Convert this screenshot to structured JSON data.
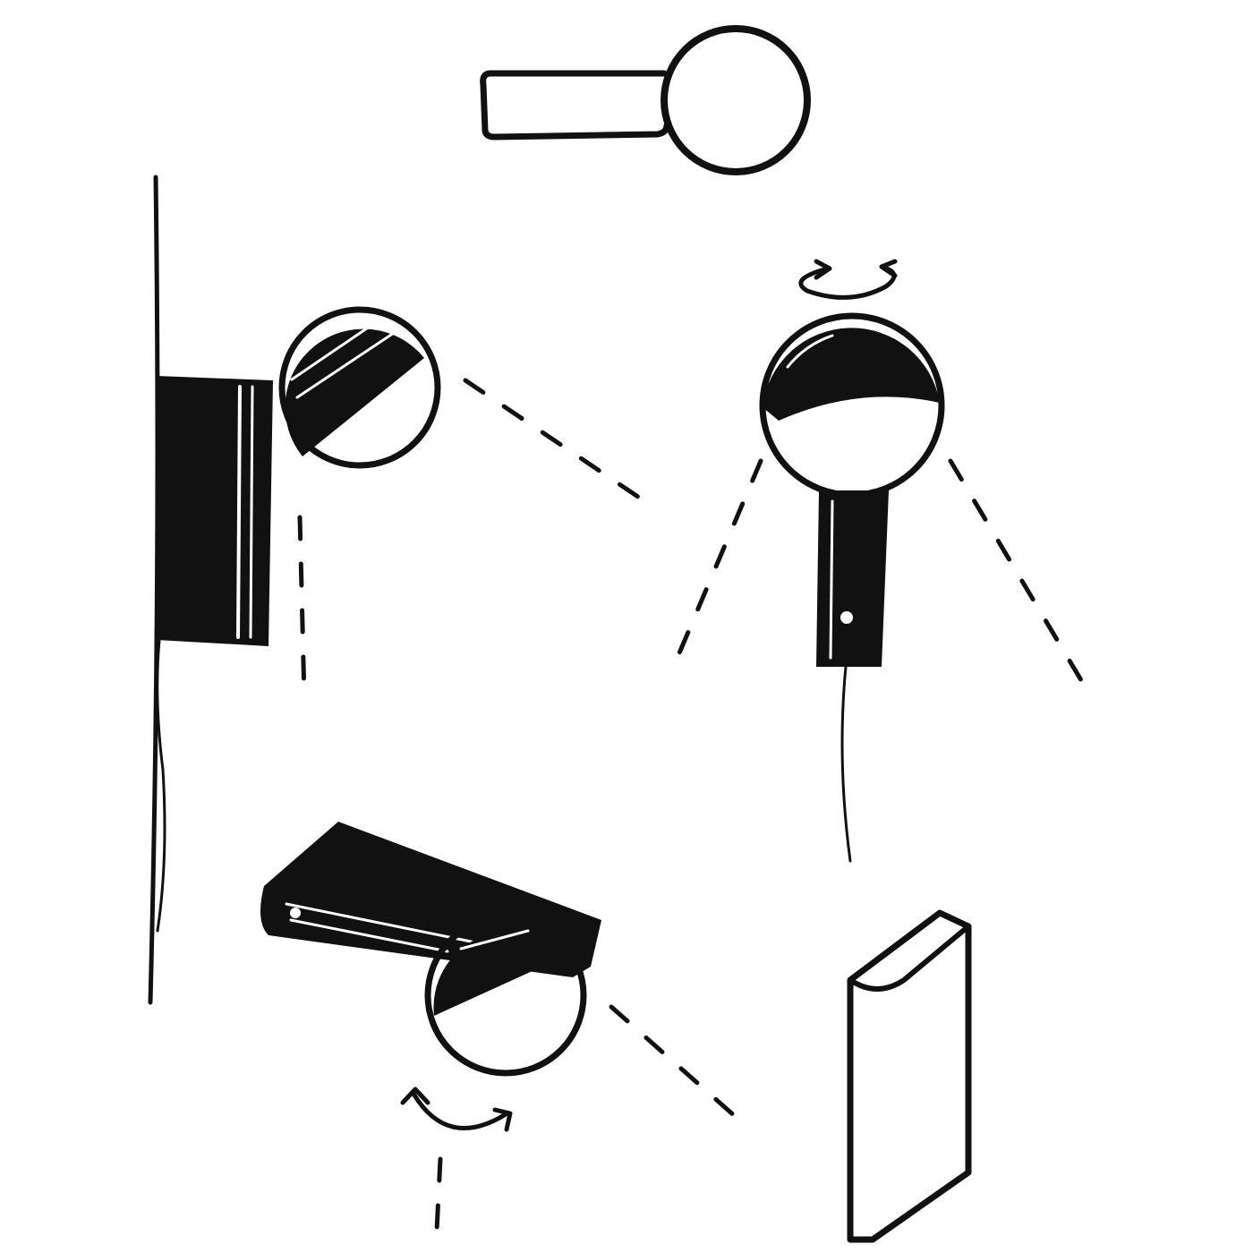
{
  "colors": {
    "ink": "#111111",
    "paper": "#ffffff"
  },
  "views": [
    {
      "id": "top-view",
      "name": "lamp-top-view"
    },
    {
      "id": "wall-mount",
      "name": "lamp-wall-mounted-side-view"
    },
    {
      "id": "front-view",
      "name": "lamp-front-view-rotating"
    },
    {
      "id": "table-lying",
      "name": "lamp-lying-on-table"
    },
    {
      "id": "book",
      "name": "book-object"
    }
  ],
  "icons": [
    "rotate-horizontal-arrows-icon",
    "tilt-arrows-icon"
  ]
}
